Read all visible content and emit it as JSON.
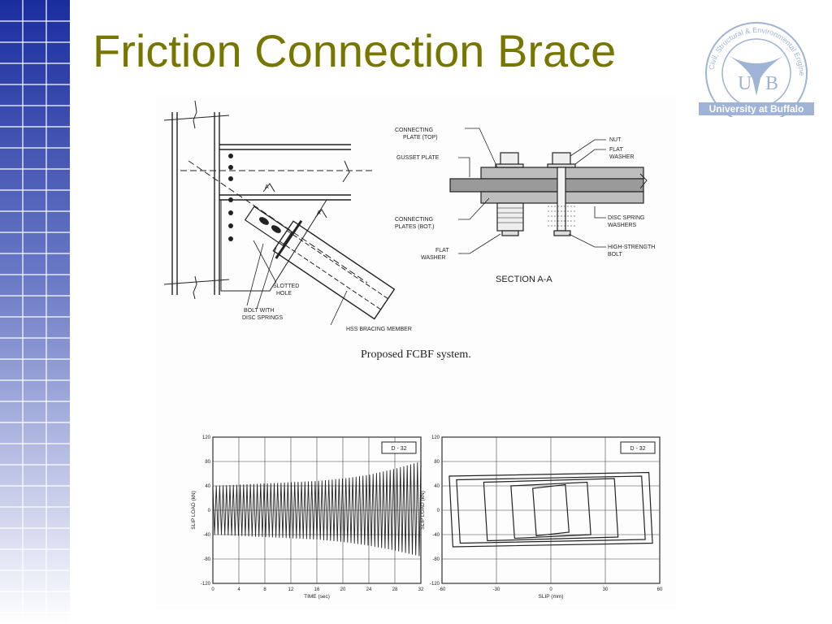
{
  "slide": {
    "title": "Friction Connection Brace",
    "colors": {
      "title": "#777700",
      "grid_top": "#1a2d9e",
      "grid_bottom": "#ffffff",
      "logo": "#9fb3d6"
    }
  },
  "logo": {
    "letters": [
      "U",
      "B"
    ],
    "ring_text": "Civil, Structural & Environmental Engineering",
    "banner": "University at Buffalo"
  },
  "connection_detail": {
    "labels": {
      "slotted_hole": [
        "SLOTTED",
        "HOLE"
      ],
      "bolt_with_disc_springs": [
        "BOLT WITH",
        "DISC SPRINGS"
      ],
      "hss_bracing_member": "HSS BRACING MEMBER",
      "section_marker": "A"
    },
    "caption": "Proposed FCBF system."
  },
  "section_aa": {
    "title": "SECTION A-A",
    "labels_left": [
      [
        "CONNECTING",
        "PLATE (TOP)"
      ],
      [
        "GUSSET PLATE"
      ],
      [
        "CONNECTING",
        "PLATES (BOT.)"
      ],
      [
        "FLAT",
        "WASHER"
      ]
    ],
    "labels_right": [
      [
        "NUT"
      ],
      [
        "FLAT",
        "WASHER"
      ],
      [
        "DISC SPRING",
        "WASHERS"
      ],
      [
        "HIGH-STRENGTH",
        "BOLT"
      ]
    ]
  },
  "chart_data": [
    {
      "type": "line",
      "badge": "D - 32",
      "xlabel": "TIME (sec)",
      "ylabel": "SLIP LOAD (kN)",
      "xlim": [
        0,
        32
      ],
      "ylim": [
        -120,
        120
      ],
      "x_ticks": [
        0,
        4,
        8,
        12,
        16,
        20,
        24,
        28,
        32
      ],
      "y_ticks": [
        -120,
        -80,
        -40,
        0,
        40,
        80,
        120
      ],
      "grid": true,
      "series": [
        {
          "x": [
            0,
            4,
            8,
            12,
            16,
            20,
            24,
            28,
            32
          ],
          "y_upper": [
            40,
            42,
            44,
            46,
            48,
            52,
            58,
            68,
            80
          ],
          "y_lower": [
            -40,
            -42,
            -44,
            -46,
            -48,
            -52,
            -58,
            -66,
            -76
          ],
          "cycles_per_unit": 1.9
        }
      ]
    },
    {
      "type": "line",
      "badge": "D - 32",
      "xlabel": "SLIP (mm)",
      "ylabel": "SLIP LOAD (kN)",
      "xlim": [
        -60,
        60
      ],
      "ylim": [
        -120,
        120
      ],
      "x_ticks": [
        -60,
        -30,
        0,
        30,
        60
      ],
      "y_ticks": [
        -120,
        -80,
        -40,
        0,
        40,
        80,
        120
      ],
      "grid": true,
      "loops": [
        {
          "amp": 8,
          "top": 42,
          "bot": -42
        },
        {
          "amp": 20,
          "top": 46,
          "bot": -46
        },
        {
          "amp": 35,
          "top": 52,
          "bot": -50
        },
        {
          "amp": 50,
          "top": 56,
          "bot": -54
        },
        {
          "amp": 54,
          "top": 62,
          "bot": -60
        }
      ]
    }
  ]
}
